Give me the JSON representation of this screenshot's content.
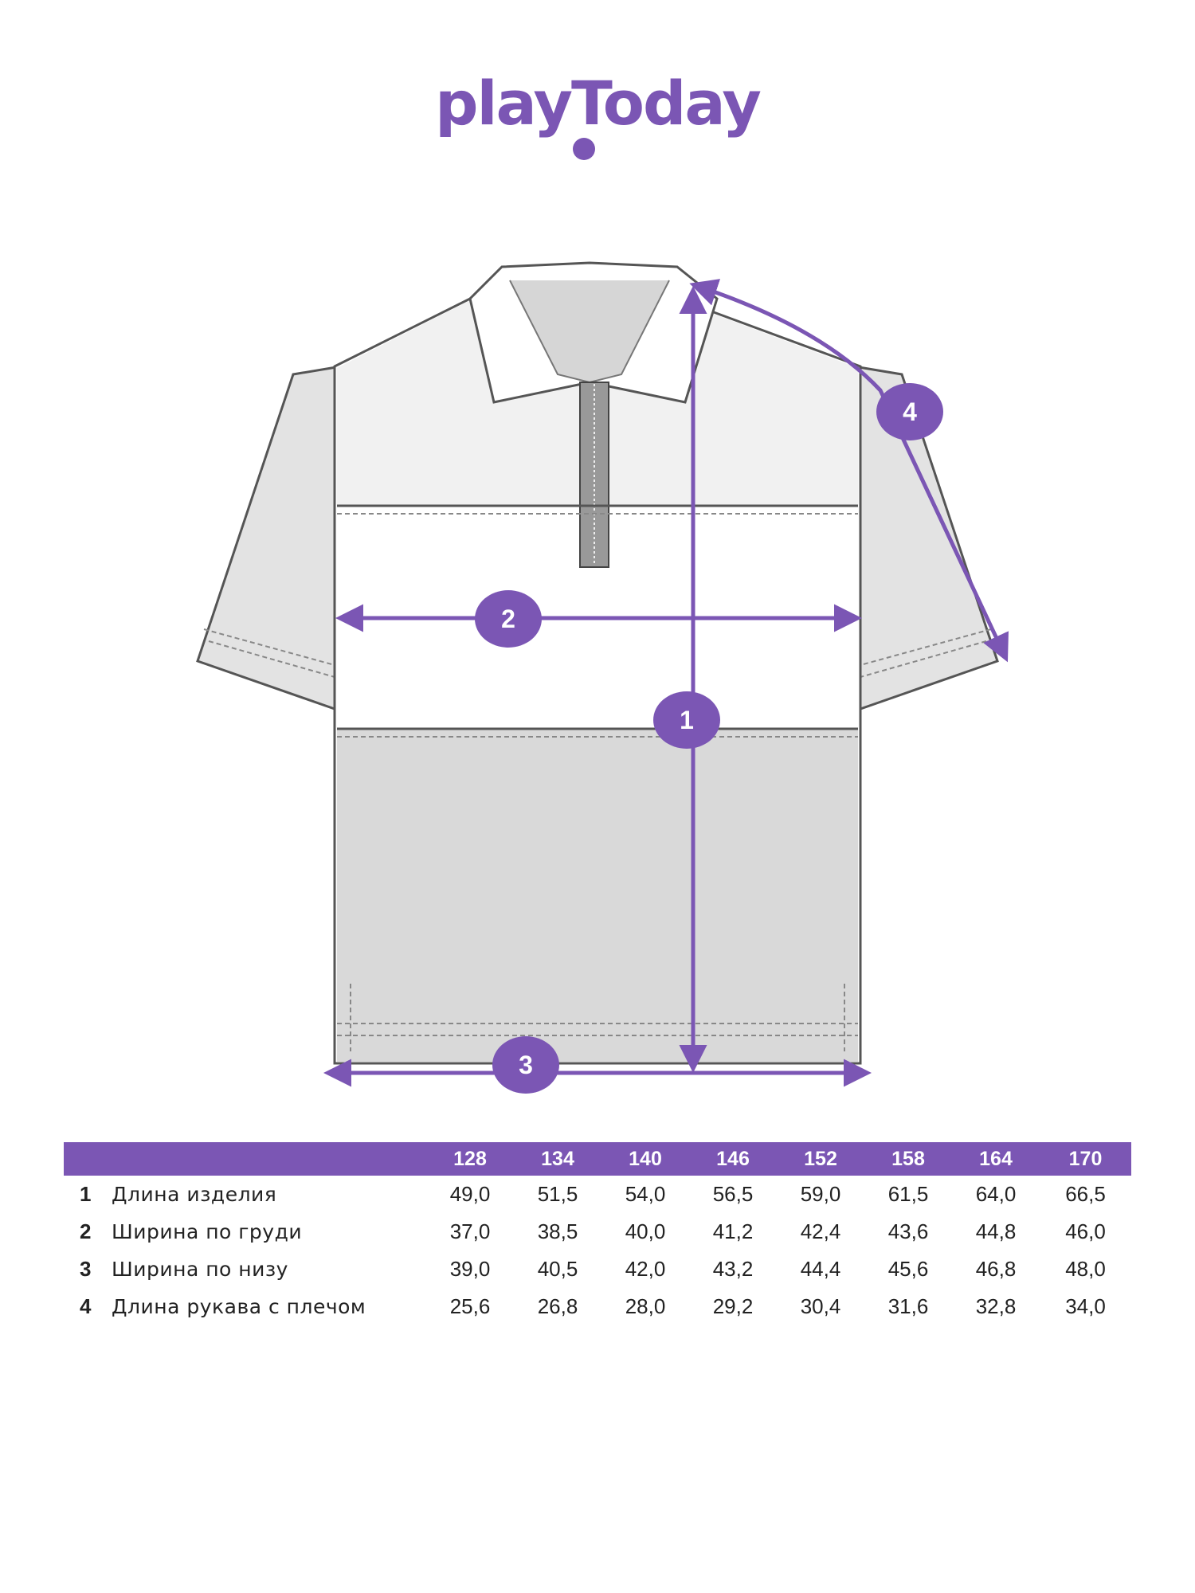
{
  "brand": {
    "logo_text": "playToday",
    "accent_color": "#7b56b4"
  },
  "diagram": {
    "garment": "polo-shirt",
    "markers": [
      "1",
      "2",
      "3",
      "4"
    ]
  },
  "size_table": {
    "sizes": [
      "128",
      "134",
      "140",
      "146",
      "152",
      "158",
      "164",
      "170"
    ],
    "rows": [
      {
        "num": "1",
        "label": "Длина изделия",
        "values": [
          "49,0",
          "51,5",
          "54,0",
          "56,5",
          "59,0",
          "61,5",
          "64,0",
          "66,5"
        ]
      },
      {
        "num": "2",
        "label": "Ширина по груди",
        "values": [
          "37,0",
          "38,5",
          "40,0",
          "41,2",
          "42,4",
          "43,6",
          "44,8",
          "46,0"
        ]
      },
      {
        "num": "3",
        "label": "Ширина по низу",
        "values": [
          "39,0",
          "40,5",
          "42,0",
          "43,2",
          "44,4",
          "45,6",
          "46,8",
          "48,0"
        ]
      },
      {
        "num": "4",
        "label": "Длина рукава с плечом",
        "values": [
          "25,6",
          "26,8",
          "28,0",
          "29,2",
          "30,4",
          "31,6",
          "32,8",
          "34,0"
        ]
      }
    ]
  }
}
